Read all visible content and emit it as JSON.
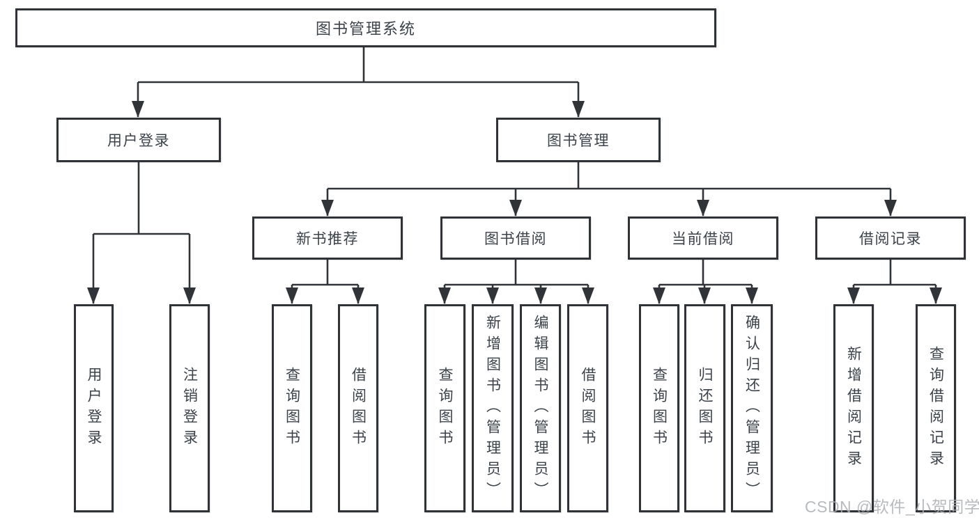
{
  "diagram": {
    "type": "hierarchy",
    "title": "图书管理系统"
  },
  "tree": {
    "label": "图书管理系统",
    "children": [
      {
        "label": "用户登录",
        "children": [
          {
            "label": "用户登录"
          },
          {
            "label": "注销登录"
          }
        ]
      },
      {
        "label": "图书管理",
        "children": [
          {
            "label": "新书推荐",
            "children": [
              {
                "label": "查询图书"
              },
              {
                "label": "借阅图书"
              }
            ]
          },
          {
            "label": "图书借阅",
            "children": [
              {
                "label": "查询图书"
              },
              {
                "label": "新增图书（管理员）"
              },
              {
                "label": "编辑图书（管理员）"
              },
              {
                "label": "借阅图书"
              }
            ]
          },
          {
            "label": "当前借阅",
            "children": [
              {
                "label": "查询图书"
              },
              {
                "label": "归还图书"
              },
              {
                "label": "确认归还（管理员）"
              }
            ]
          },
          {
            "label": "借阅记录",
            "children": [
              {
                "label": "新增借阅记录"
              },
              {
                "label": "查询借阅记录"
              }
            ]
          }
        ]
      }
    ]
  },
  "watermark": {
    "text": "CSDN @软件_小贺同学"
  },
  "colors": {
    "background": "#ffffff",
    "line": "#303338",
    "box_border": "#2f3338",
    "text": "#3c424a",
    "watermark": "#acafb3"
  }
}
